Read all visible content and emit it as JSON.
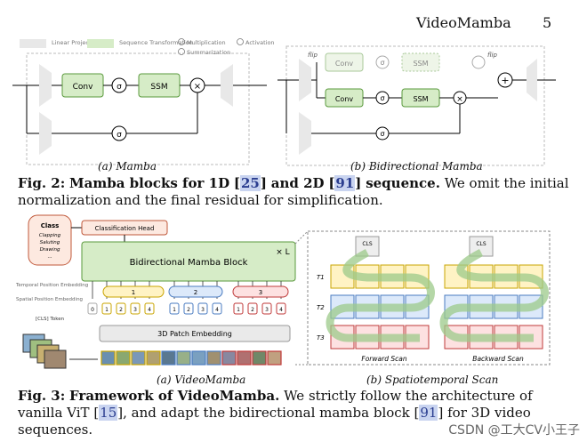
{
  "header": {
    "running_title": "VideoMamba",
    "page_number": "5"
  },
  "fig2": {
    "legend": {
      "linear_projection": "Linear\nProjection",
      "sequence_transformation": "Sequence\nTransformation",
      "multiplication": "Multiplication",
      "summarization": "Summarization",
      "activation": "Activation"
    },
    "conv": "Conv",
    "ssm": "SSM",
    "sigma": "σ",
    "flip": "flip",
    "sub_a": "(a) Mamba",
    "sub_b": "(b) Bidirectional Mamba",
    "caption": {
      "label": "Fig. 2:",
      "bold": "Mamba blocks for 1D",
      "ref1": "25",
      "bold2": "and 2D",
      "ref2": "91",
      "bold3": "sequence.",
      "rest": "We omit the initial normalization and the final residual for simplification."
    }
  },
  "fig3": {
    "class_box": {
      "title": "Class",
      "items": [
        "Clapping",
        "Saluting",
        "Drawing",
        "..."
      ]
    },
    "classification_head": "Classification Head",
    "bidir_block": "Bidirectional Mamba Block",
    "times_l": "× L",
    "temporal_pe": "Temporal\nPosition Embedding",
    "spatial_pe": "Spatial\nPosition Embedding",
    "cls_token": "[CLS] Token",
    "patch_embed": "3D Patch Embedding",
    "frame_labels": [
      "1",
      "2",
      "3"
    ],
    "token_labels": [
      "0",
      "1",
      "2",
      "3",
      "4",
      "1",
      "2",
      "3",
      "4",
      "1",
      "2",
      "3",
      "4"
    ],
    "grid_cls": "CLS",
    "t_labels": [
      "T1",
      "T2",
      "T3"
    ],
    "forward_scan": "Forward Scan",
    "backward_scan": "Backward Scan",
    "sub_a": "(a) VideoMamba",
    "sub_b": "(b) Spatiotemporal Scan",
    "caption": {
      "label": "Fig. 3:",
      "bold": "Framework of VideoMamba.",
      "rest1": "We strictly follow the architecture of vanilla ViT",
      "ref1": "15",
      "rest2": ", and adapt the bidirectional mamba block",
      "ref2": "91",
      "rest3": "for 3D video sequences."
    }
  },
  "watermark": "CSDN @工大CV小王子"
}
